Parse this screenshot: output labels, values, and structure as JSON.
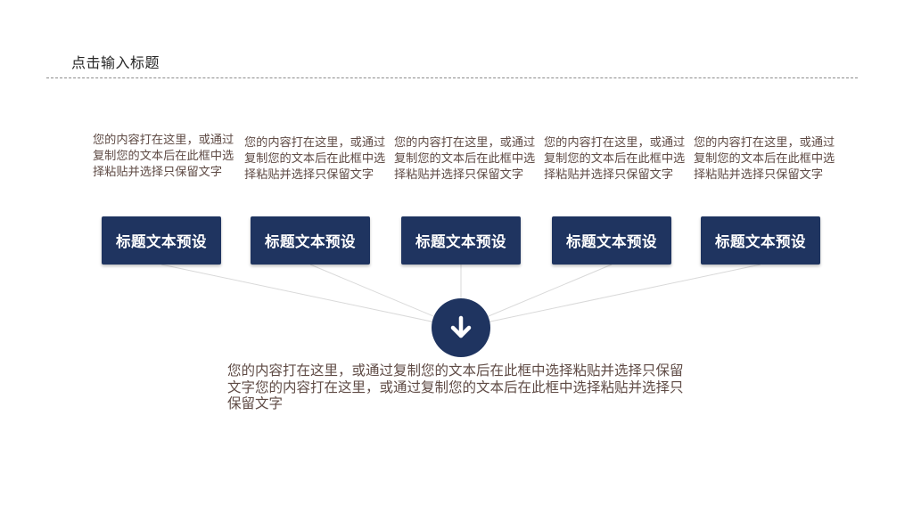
{
  "header": {
    "title": "点击输入标题"
  },
  "columns": [
    {
      "description": "您的内容打在这里，或通过复制您的文本后在此框中选择粘贴并选择只保留文字",
      "title": "标题文本预设"
    },
    {
      "description": "您的内容打在这里，或通过复制您的文本后在此框中选择粘贴并选择只保留文字",
      "title": "标题文本预设"
    },
    {
      "description": "您的内容打在这里，或通过复制您的文本后在此框中选择粘贴并选择只保留文字",
      "title": "标题文本预设"
    },
    {
      "description": "您的内容打在这里，或通过复制您的文本后在此框中选择粘贴并选择只保留文字",
      "title": "标题文本预设"
    },
    {
      "description": "您的内容打在这里，或通过复制您的文本后在此框中选择粘贴并选择只保留文字",
      "title": "标题文本预设"
    }
  ],
  "summary": {
    "text": "您的内容打在这里，或通过复制您的文本后在此框中选择粘贴并选择只保留文字您的内容打在这里，或通过复制您的文本后在此框中选择粘贴并选择只保留文字",
    "icon": "arrow-down-icon"
  },
  "colors": {
    "accent": "#1f3460",
    "body_text": "#5f4b45"
  }
}
